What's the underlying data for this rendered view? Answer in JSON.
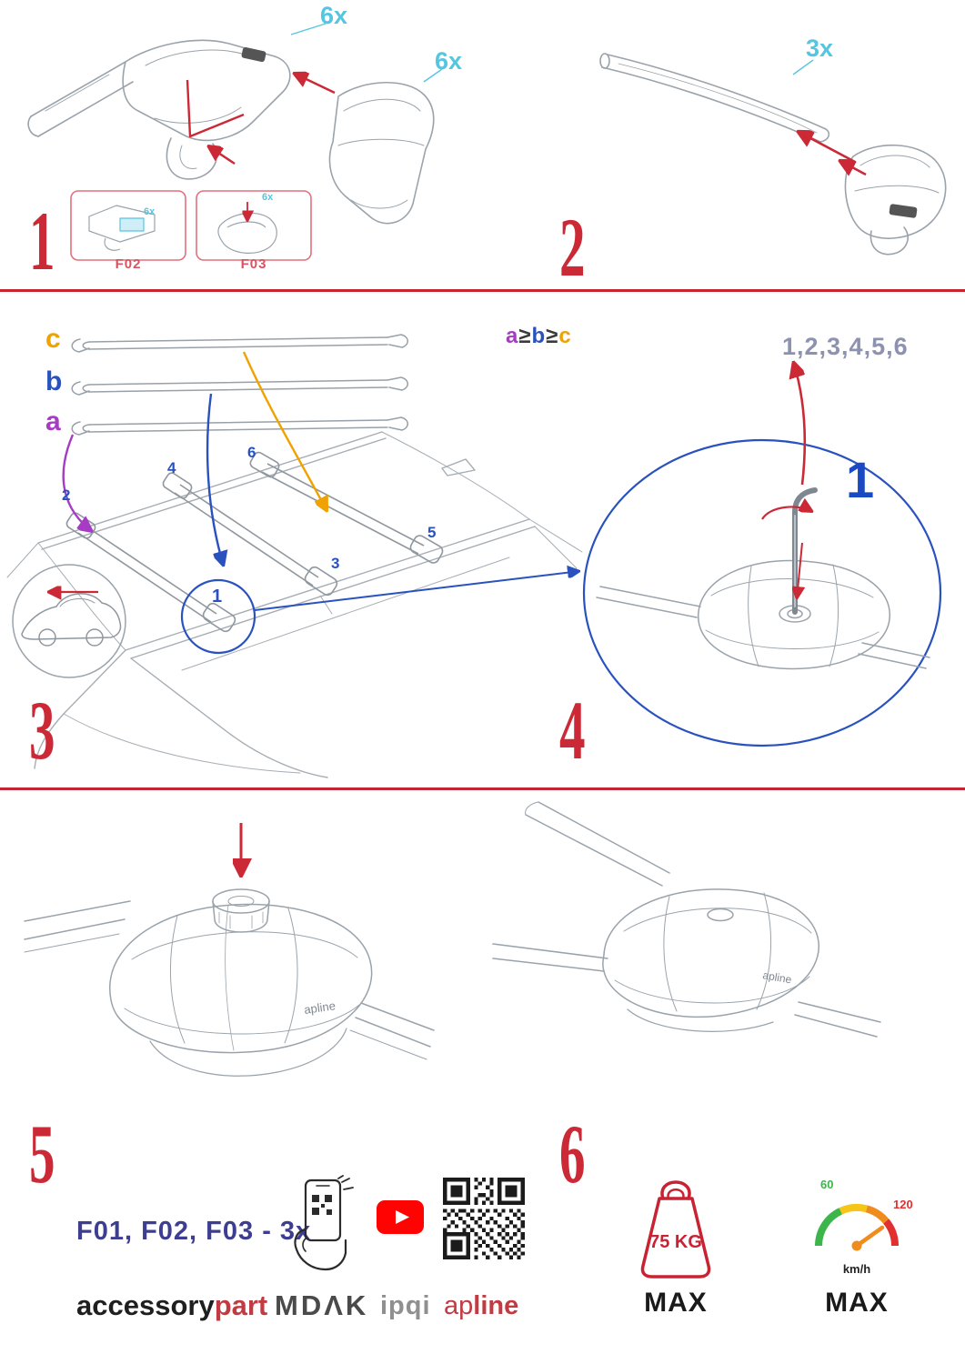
{
  "steps": {
    "s1": {
      "number": "1",
      "qty_cover_top": "6x",
      "qty_cover_right": "6x",
      "box1_qty": "6x",
      "box2_qty": "6x",
      "part1_label": "F02",
      "part2_label": "F03"
    },
    "s2": {
      "number": "2",
      "qty": "3x"
    },
    "s3": {
      "number": "3",
      "bar_c": "c",
      "bar_b": "b",
      "bar_a": "a",
      "rule_a": "a",
      "rule_ge1": "≥",
      "rule_b": "b",
      "rule_ge2": "≥",
      "rule_c": "c",
      "pos1": "1",
      "pos2": "2",
      "pos3": "3",
      "pos4": "4",
      "pos5": "5",
      "pos6": "6"
    },
    "s4": {
      "number": "4",
      "sequence": "1,2,3,4,5,6",
      "first_position": "1"
    },
    "s5": {
      "number": "5"
    },
    "s6": {
      "number": "6"
    },
    "divider_color": "#c32531"
  },
  "drawing": {
    "clamp_logo": "apline"
  },
  "footer": {
    "parts_line": "F01, F02, F03 - 3x",
    "brand_accessory": "accessory",
    "brand_part": "part",
    "brand_mdak": "MDΛK",
    "brand_ipqi": "ipqi",
    "brand_apline_ap": "ap",
    "brand_apline_line": "line",
    "weight_value": "75 KG",
    "weight_max": "MAX",
    "speed_low": "60",
    "speed_high": "120",
    "speed_unit": "km/h",
    "speed_max": "MAX"
  },
  "colors": {
    "accent_red": "#cc2936",
    "cyan": "#56c5e0",
    "blue": "#2a52be",
    "purple": "#a63bc4",
    "orange": "#f0a200",
    "navy": "#3d3d91"
  }
}
